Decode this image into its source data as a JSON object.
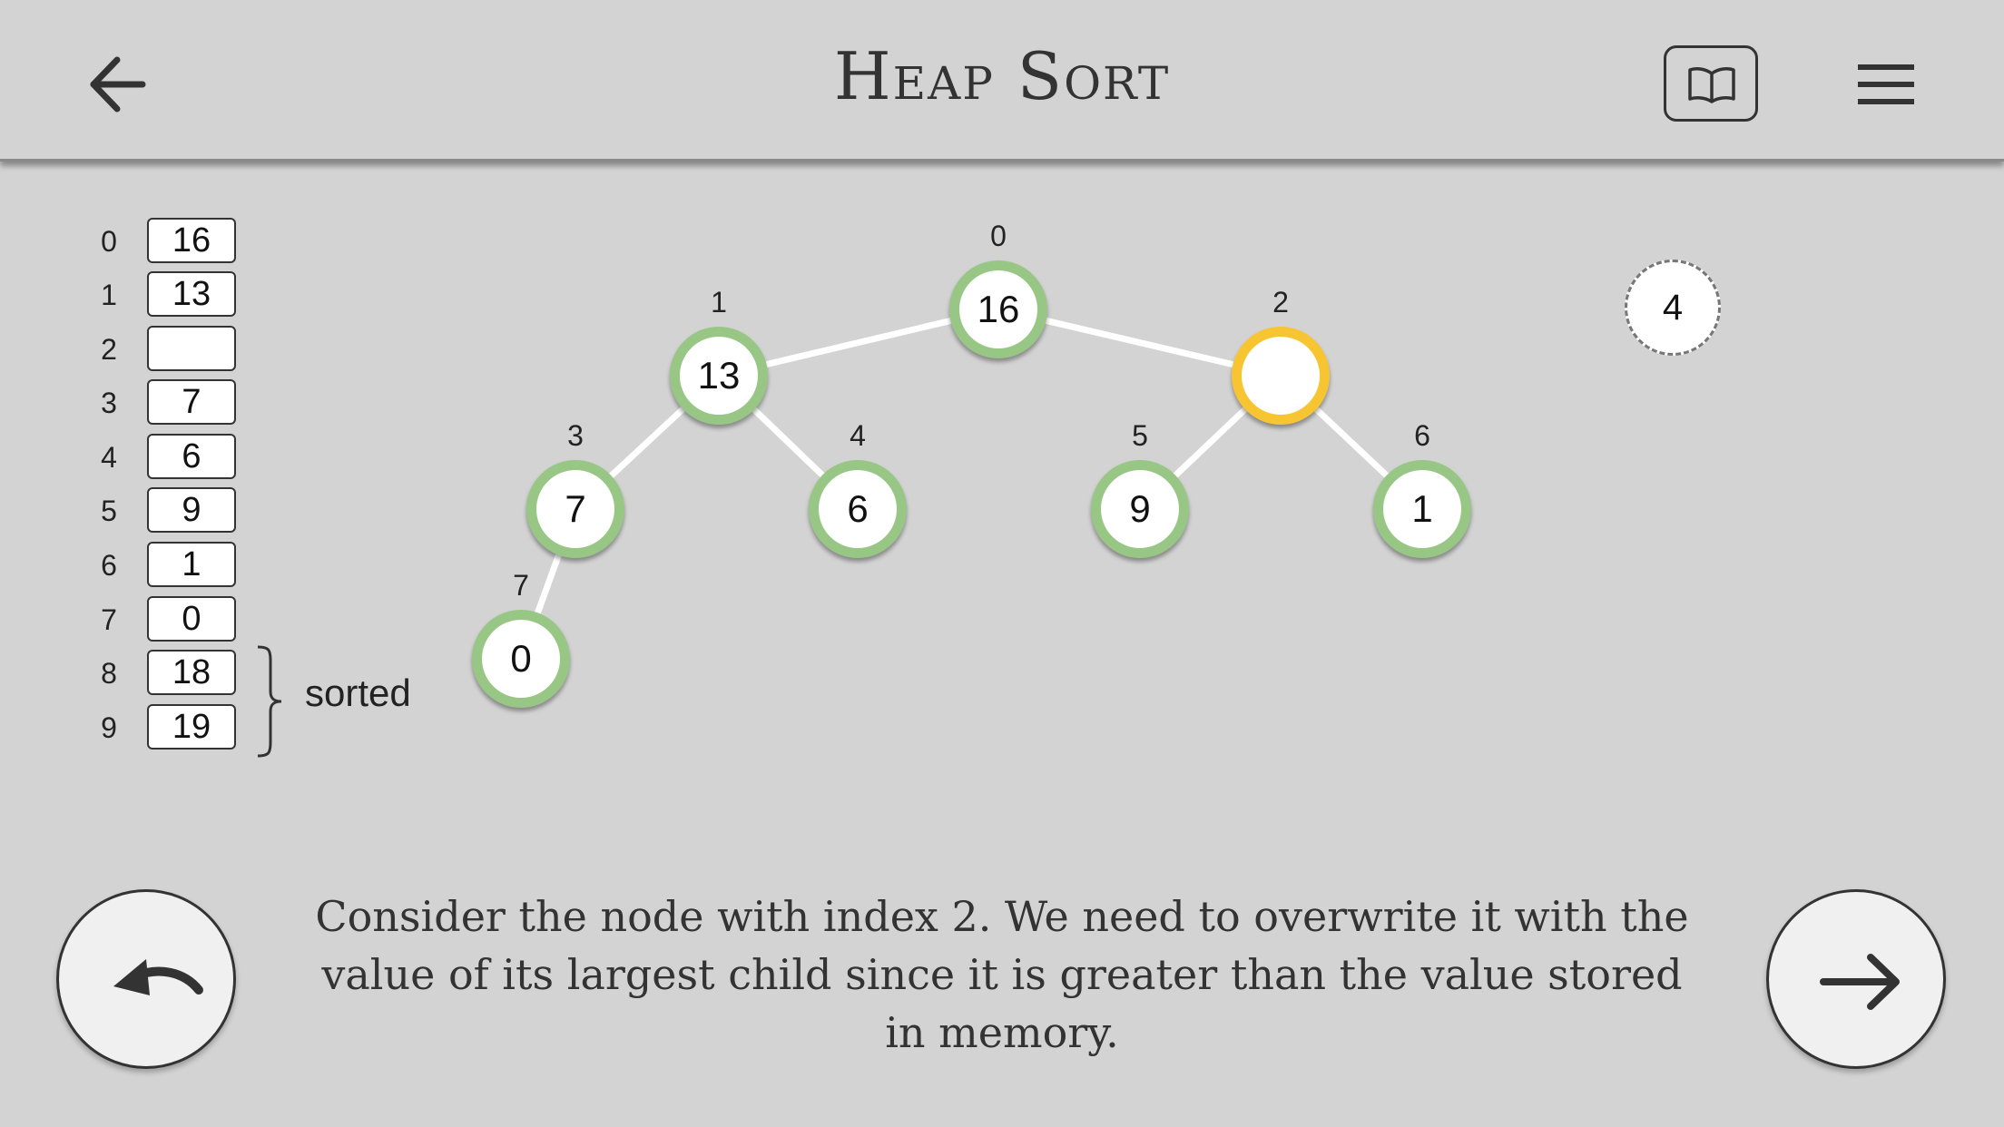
{
  "header": {
    "title": "Heap Sort",
    "back_icon": "arrow-left-icon",
    "book_icon": "open-book-icon",
    "menu_icon": "hamburger-menu-icon"
  },
  "array": {
    "indices": [
      "0",
      "1",
      "2",
      "3",
      "4",
      "5",
      "6",
      "7",
      "8",
      "9"
    ],
    "values": [
      "16",
      "13",
      "",
      "7",
      "6",
      "9",
      "1",
      "0",
      "18",
      "19"
    ],
    "sorted_label": "sorted"
  },
  "tree": {
    "nodes": [
      {
        "index": "0",
        "value": "16",
        "state": "normal"
      },
      {
        "index": "1",
        "value": "13",
        "state": "normal"
      },
      {
        "index": "2",
        "value": "",
        "state": "active"
      },
      {
        "index": "3",
        "value": "7",
        "state": "normal"
      },
      {
        "index": "4",
        "value": "6",
        "state": "normal"
      },
      {
        "index": "5",
        "value": "9",
        "state": "normal"
      },
      {
        "index": "6",
        "value": "1",
        "state": "normal"
      },
      {
        "index": "7",
        "value": "0",
        "state": "normal"
      }
    ],
    "memory_value": "4",
    "colors": {
      "normal": "#98c785",
      "active": "#f7c531",
      "edge": "#ffffff"
    }
  },
  "footer": {
    "explanation": "Consider the node with index 2. We need to overwrite it with the value of its largest child since it is greater than the value stored in memory.",
    "undo_icon": "undo-icon",
    "next_icon": "arrow-right-icon"
  }
}
